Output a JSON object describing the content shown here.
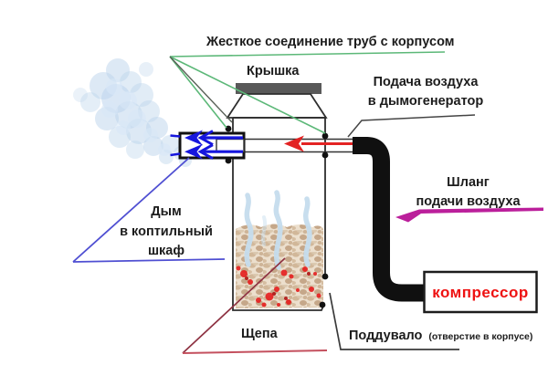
{
  "diagram": {
    "labels": {
      "rigid_connection": "Жесткое соединение труб с корпусом",
      "lid": "Крышка",
      "air_supply": {
        "line1": "Подача воздуха",
        "line2": "в дымогенератор"
      },
      "hose": {
        "line1": "Шланг",
        "line2": "подачи воздуха"
      },
      "compressor": "компрессор",
      "smoke": {
        "line1": "Дым",
        "line2": "в коптильный",
        "line3": "шкаф"
      },
      "wood_chips": "Щепа",
      "vent": "Поддувало",
      "vent_note": "(отверстие в корпусе)"
    },
    "colors": {
      "text_black": "#1c1c1c",
      "outline_black": "#2e2e2e",
      "lid_gray": "#595959",
      "hose_black": "#101010",
      "compressor_red": "#ee1111",
      "pointer_green": "#5cb878",
      "pointer_gray": "#5a6158",
      "pointer_blue": "#4f4fd2",
      "pointer_maroon": "#8e3242",
      "pointer_crimson": "#c4505e",
      "pointer_black": "#3a3a3a",
      "arrow_blue": "#1616dd",
      "arrow_red": "#e32222",
      "arrow_magenta": "#bb1f9b",
      "smoke_cloud_blue": "#bcd4ec",
      "wisp_blue": "#c6ddee",
      "chips_tan": "#c9ab8a",
      "ember_red": "#e61e1e"
    }
  }
}
